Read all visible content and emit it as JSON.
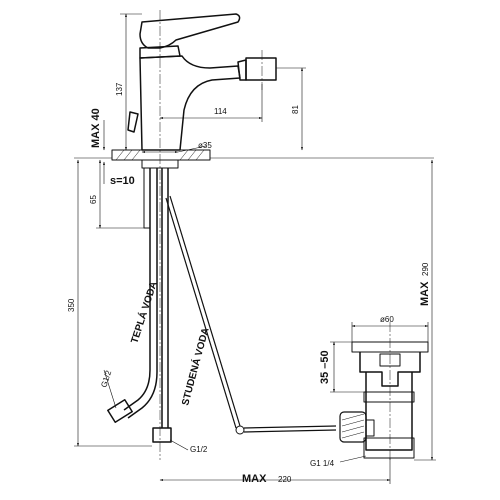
{
  "dimensions": {
    "max40": "MAX  40",
    "h137": "137",
    "w114": "114",
    "h81": "81",
    "d35": "ø35",
    "s10": "s=10",
    "h65": "65",
    "h350": "350",
    "max290": "MAX",
    "v290": "290",
    "d60": "ø60",
    "r3550": "35 –50",
    "g12a": "G1/2",
    "g12b": "G1/2",
    "max220": "MAX",
    "v220": "220",
    "g114": "G1 1/4"
  },
  "labels": {
    "hot": "TEPLÁ VODA",
    "cold": "STUDENÁ VODA"
  }
}
